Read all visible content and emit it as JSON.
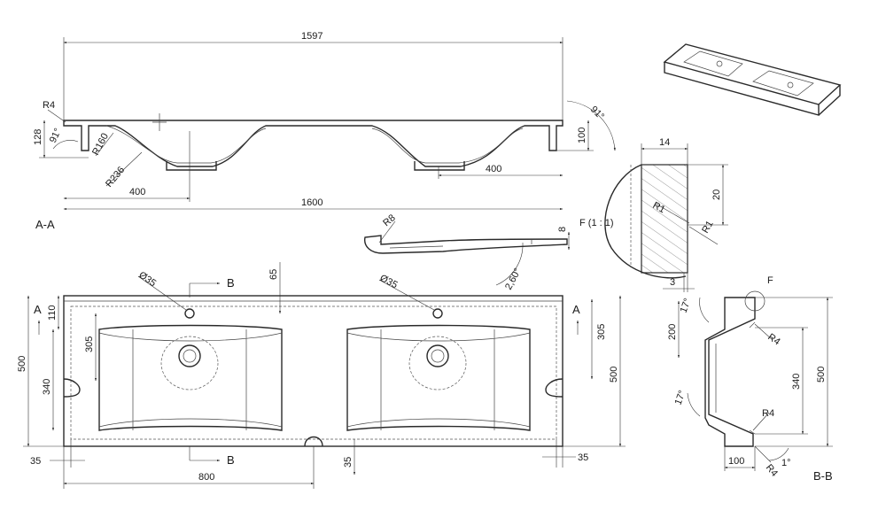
{
  "views": {
    "section_aa": {
      "label": "A-A"
    },
    "section_bb": {
      "label": "B-B"
    },
    "detail_f": {
      "label": "F (1 : 1)",
      "marker": "F"
    }
  },
  "section_aa_dims": {
    "top_length": "1597",
    "total_length": "1600",
    "left_offset": "400",
    "right_offset": "400",
    "height": "128",
    "depth": "100",
    "radius_top": "R4",
    "radius_160": "R160",
    "radius_236": "R236",
    "angle_left": "91°",
    "angle_right": "91°"
  },
  "profile_dims": {
    "radius": "R8",
    "thickness": "8",
    "slope": "2,60°"
  },
  "detail_f_dims": {
    "width": "14",
    "height": "20",
    "radius_inner": "R1",
    "radius_outer": "R1",
    "offset": "3"
  },
  "plan_dims": {
    "hole_left": "Ø35",
    "hole_right": "Ø35",
    "section_marker": "B",
    "section_marker_a": "A",
    "hole_offset": "65",
    "top_margin": "110",
    "basin_left_depth": "305",
    "basin_right_depth": "305",
    "overall_depth_left": "500",
    "overall_depth_right": "500",
    "inner_depth": "340",
    "edge_left": "35",
    "edge_right": "35",
    "center": "800",
    "front_notch": "35"
  },
  "section_bb_dims": {
    "upper_height": "200",
    "inner_depth": "340",
    "overall_depth": "500",
    "base": "100",
    "angle_top": "17°",
    "angle_bottom": "17°",
    "angle_front": "1°",
    "radius_a": "R4",
    "radius_b": "R4",
    "radius_c": "R4"
  }
}
